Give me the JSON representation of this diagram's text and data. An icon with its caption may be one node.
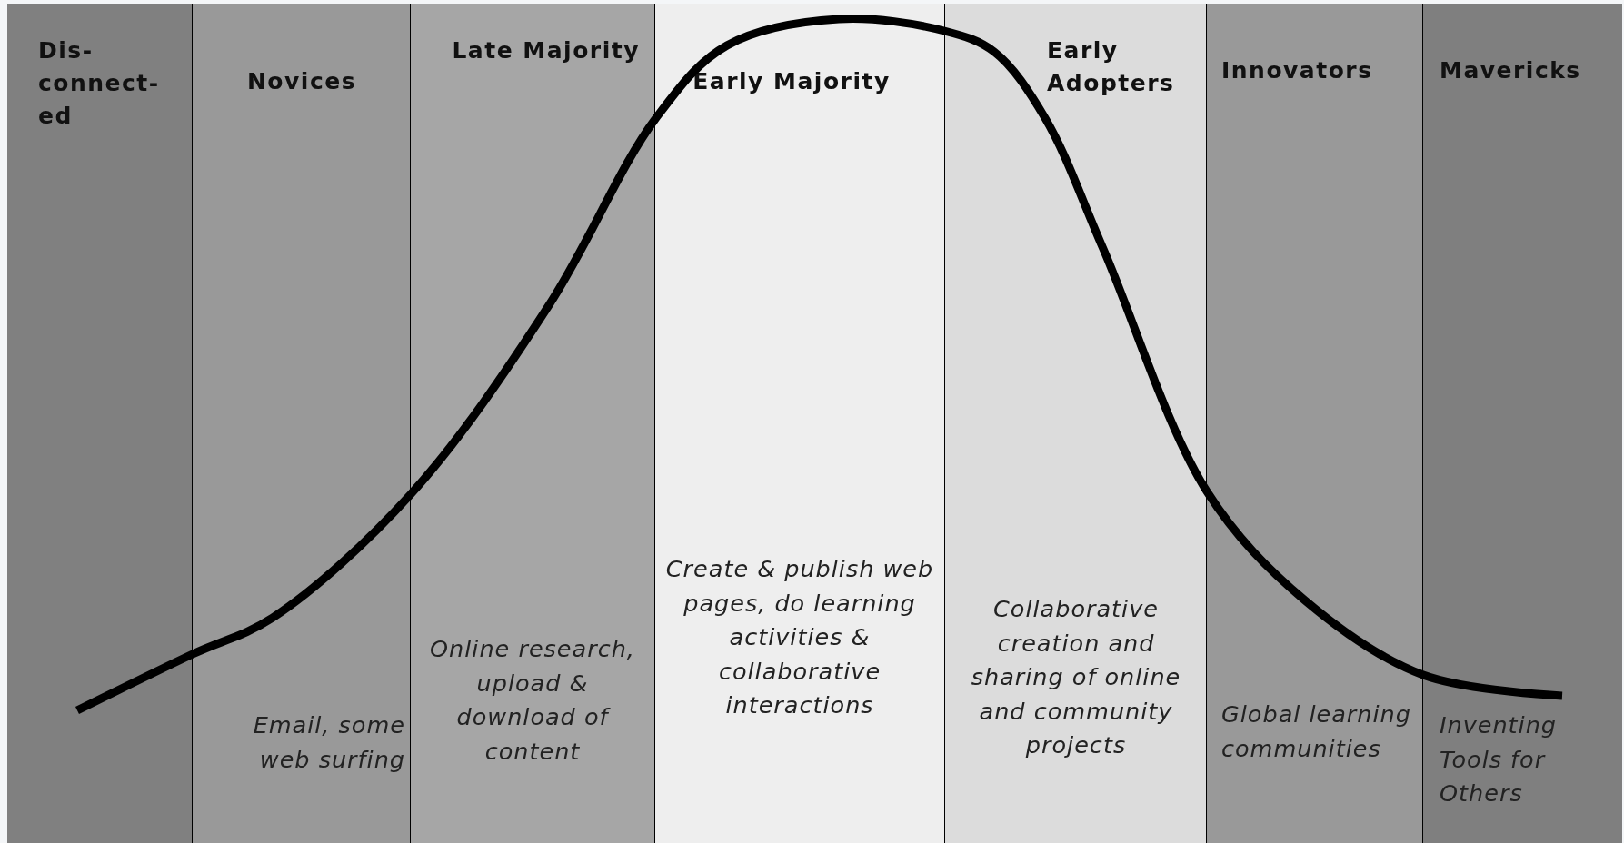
{
  "diagram": {
    "nodes": [
      {
        "text": [
          "Dis- connect- ed"
        ]
      },
      {
        "text": [
          "Novices",
          "Email, some web surfing"
        ]
      },
      {
        "text": [
          "Late Majority",
          "Online research, upload & download of content"
        ]
      },
      {
        "text": [
          "Early Majority",
          "Create & publish web pages, do learning activities & collaborative interactions"
        ]
      },
      {
        "text": [
          "Early Adopters",
          "Collaborative creation and sharing of online and community projects"
        ]
      },
      {
        "text": [
          "Innovators",
          "Global learning communities"
        ]
      },
      {
        "text": [
          "Mavericks",
          "Inventing Tools for Others"
        ]
      }
    ]
  }
}
